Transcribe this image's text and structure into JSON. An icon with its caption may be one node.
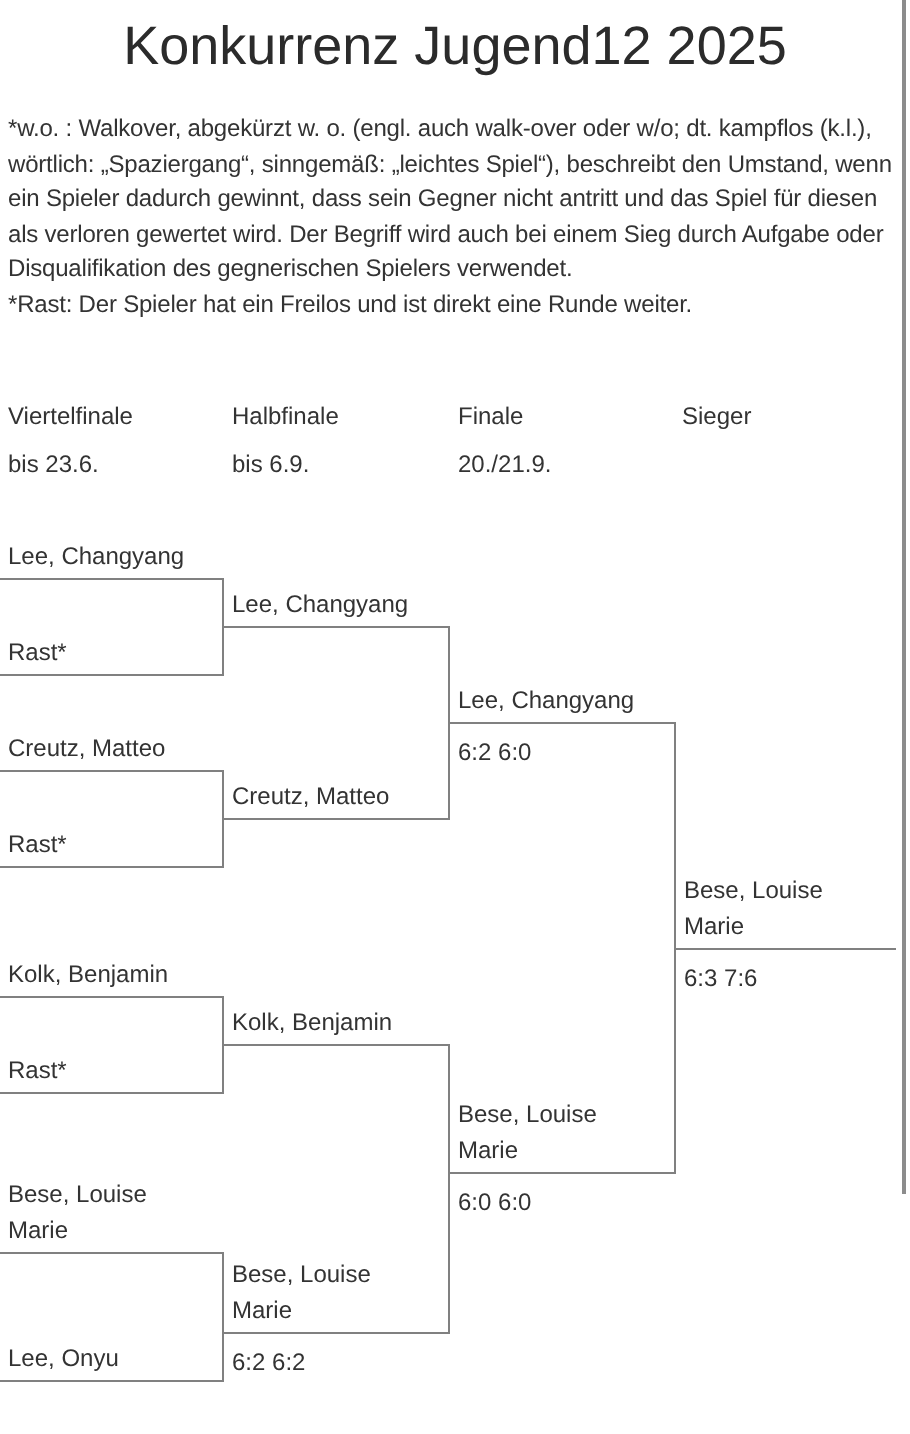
{
  "diagram": {
    "title": "Konkurrenz Jugend12 2025",
    "nodes": [
      {
        "text": [
          "Lee, Changyang"
        ]
      },
      {
        "text": [
          "Rast*"
        ]
      },
      {
        "text": [
          "Creutz, Matteo"
        ]
      },
      {
        "text": [
          "Rast*"
        ]
      },
      {
        "text": [
          "Kolk, Benjamin"
        ]
      },
      {
        "text": [
          "Rast*"
        ]
      },
      {
        "text": [
          "Bese, Louise Marie"
        ]
      },
      {
        "text": [
          "Lee, Onyu"
        ]
      },
      {
        "text": [
          "Lee, Changyang"
        ]
      },
      {
        "text": [
          "Creutz, Matteo"
        ]
      },
      {
        "text": [
          "Kolk, Benjamin"
        ]
      },
      {
        "text": [
          "Bese, Louise Marie"
        ],
        "beside": [
          "6:2 6:2"
        ]
      },
      {
        "text": [
          "Lee, Changyang"
        ],
        "beside": [
          "6:2 6:0"
        ]
      },
      {
        "text": [
          "Bese, Louise Marie"
        ],
        "beside": [
          "6:0 6:0"
        ]
      },
      {
        "text": [
          "Bese, Louise Marie"
        ],
        "beside": [
          "6:3 7:6"
        ]
      }
    ],
    "edges": [
      {
        "from": 0,
        "to": 8,
        "arrow": "none"
      },
      {
        "from": 1,
        "to": 8,
        "arrow": "none"
      },
      {
        "from": 2,
        "to": 9,
        "arrow": "none"
      },
      {
        "from": 3,
        "to": 9,
        "arrow": "none"
      },
      {
        "from": 4,
        "to": 10,
        "arrow": "none"
      },
      {
        "from": 5,
        "to": 10,
        "arrow": "none"
      },
      {
        "from": 6,
        "to": 11,
        "arrow": "none"
      },
      {
        "from": 7,
        "to": 11,
        "arrow": "none"
      },
      {
        "from": 8,
        "to": 12,
        "arrow": "none"
      },
      {
        "from": 9,
        "to": 12,
        "arrow": "none"
      },
      {
        "from": 10,
        "to": 13,
        "arrow": "none"
      },
      {
        "from": 11,
        "to": 13,
        "arrow": "none"
      },
      {
        "from": 12,
        "to": 14,
        "arrow": "none"
      },
      {
        "from": 13,
        "to": 14,
        "arrow": "none"
      }
    ],
    "labels": [
      "*w.o. : Walkover, abgekürzt w. o. (engl. auch walk-over oder w/o; dt. kampflos (k.l.), wörtlich: „Spaziergang“, sinngemäß: „leichtes Spiel“), beschreibt den Umstand, wenn ein Spieler dadurch gewinnt, dass sein Gegner nicht antritt und das Spiel für diesen als verloren gewertet wird. Der Begriff wird auch bei einem Sieg durch Aufgabe oder Disqualifikation des gegnerischen Spielers verwendet.",
      "*Rast: Der Spieler hat ein Freilos und ist direkt eine Runde weiter.",
      "Viertelfinale",
      "Halbfinale",
      "Finale",
      "Sieger",
      "bis 23.6.",
      "bis 6.9.",
      "20./21.9."
    ]
  }
}
